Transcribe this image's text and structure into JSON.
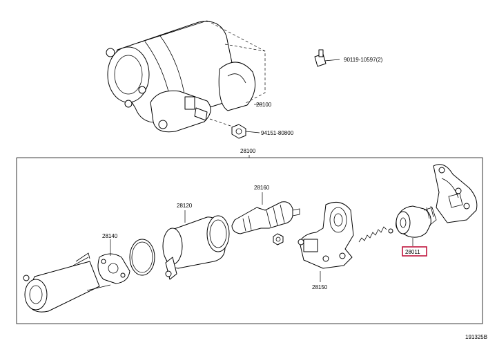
{
  "top": {
    "callout_bolt": "90119-10597(2)",
    "callout_assembly": "28100",
    "callout_nut": "94151-80800"
  },
  "exploded": {
    "frame_label": "28100",
    "callout_armature": "28160",
    "callout_yoke": "28120",
    "callout_brush_holder": "28140",
    "callout_drive_housing": "28150",
    "callout_clutch": "28011"
  },
  "highlight": {
    "part": "28011",
    "color": "#c0143c"
  },
  "footer": {
    "diagram_id": "191325B"
  }
}
